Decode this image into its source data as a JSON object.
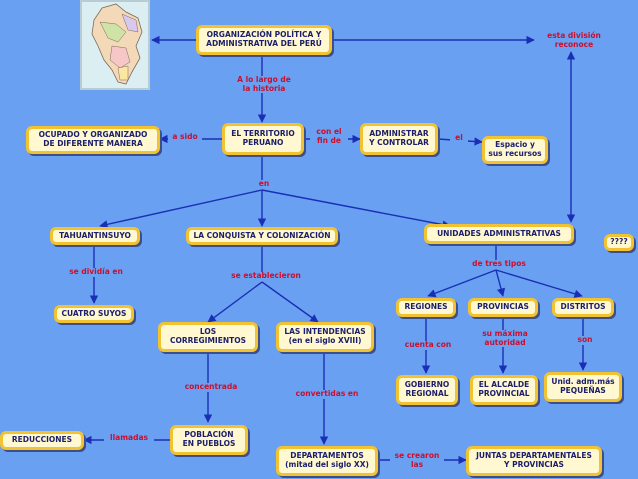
{
  "nodes": {
    "title": "ORGANIZACIÓN POLÍTICA Y\nADMINISTRATIVA DEL PERÚ",
    "territorio": "EL TERRITORIO\nPERUANO",
    "ocupado": "OCUPADO Y ORGANIZADO\nDE DIFERENTE MANERA",
    "administrar": "ADMINISTRAR\nY CONTROLAR",
    "espacio": "Espacio y\nsus recursos",
    "tahuantinsuyo": "TAHUANTINSUYO",
    "conquista": "LA CONQUISTA Y COLONIZACIÓN",
    "unidades": "UNIDADES ADMINISTRATIVAS",
    "cuatro_suyos": "CUATRO SUYOS",
    "corregimientos": "LOS\nCORREGIMIENTOS",
    "intendencias": "LAS INTENDENCIAS\n(en el siglo XVIII)",
    "regiones": "REGIONES",
    "provincias": "PROVINCIAS",
    "distritos": "DISTRITOS",
    "gobierno": "GOBIERNO\nREGIONAL",
    "alcalde": "EL ALCALDE\nPROVINCIAL",
    "unid_adm": "Unid. adm.más\nPEQUEÑAS",
    "poblacion": "POBLACIÓN\nEN PUEBLOS",
    "reducciones": "REDUCCIONES",
    "departamentos": "DEPARTAMENTOS\n(mitad del siglo XX)",
    "juntas": "JUNTAS DEPARTAMENTALES\nY PROVINCIAS",
    "unknown": "????"
  },
  "links": {
    "a_lo_largo": "A lo largo de\nla historia",
    "a_sido": "a sido",
    "con_el_fin": "con el\nfin de",
    "el": "el",
    "en": "en",
    "se_dividia": "se dividía en",
    "se_establecieron": "se establecieron",
    "de_tres_tipos": "de tres tipos",
    "esta_division": "esta división\nreconoce",
    "concentrada": "concentrada",
    "convertidas": "convertidas en",
    "cuenta_con": "cuenta con",
    "su_maxima": "su máxima\nautoridad",
    "son": "son",
    "llamadas": "llamadas",
    "se_crearon": "se crearon\nlas"
  }
}
